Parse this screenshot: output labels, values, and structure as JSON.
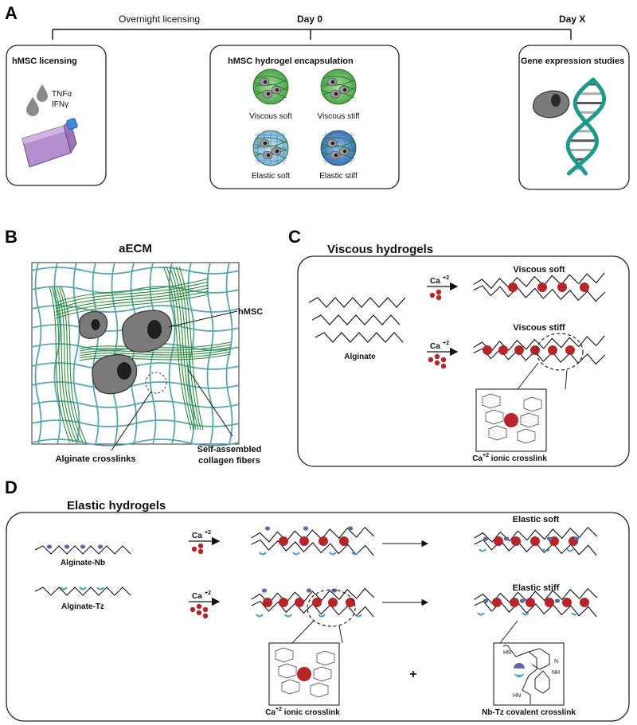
{
  "panels": {
    "A": {
      "letter": "A",
      "timeline": {
        "start_label": "Overnight  licensing",
        "day0_label": "Day 0",
        "dayx_label": "Day X"
      },
      "box1": {
        "title": "hMSC licensing",
        "cytokine1": "TNFα",
        "cytokine2": "IFNγ"
      },
      "box2": {
        "title": "hMSC  hydrogel encapsulation",
        "gels": [
          "Viscous soft",
          "Viscous stiff",
          "Elastic soft",
          "Elastic stiff"
        ]
      },
      "box3": {
        "title": "Gene expression studies"
      }
    },
    "B": {
      "letter": "B",
      "title": "aECM",
      "hmsc_label": "hMSC",
      "crosslink_label": "Alginate crosslinks",
      "collagen_label_1": "Self-assembled",
      "collagen_label_2": "collagen fibers"
    },
    "C": {
      "letter": "C",
      "title": "Viscous hydrogels",
      "alginate_label": "Alginate",
      "ion_label": "Ca",
      "ion_charge": "+2",
      "soft_label": "Viscous soft",
      "stiff_label": "Viscous stiff",
      "inset_label": "Ca",
      "inset_charge": "+2",
      "inset_suffix": " ionic crosslink"
    },
    "D": {
      "letter": "D",
      "title": "Elastic hydrogels",
      "nb_label": "Alginate-Nb",
      "tz_label": "Alginate-Tz",
      "ion_label": "Ca",
      "ion_charge": "+2",
      "soft_label": "Elastic soft",
      "stiff_label": "Elastic stiff",
      "plus": "+",
      "ionic_label": "Ca",
      "ionic_charge": "+2",
      "ionic_suffix": " ionic crosslink",
      "covalent_label": "Nb-Tz covalent crosslink",
      "chem_text": [
        "HN",
        "N",
        "NH",
        "HN"
      ]
    }
  },
  "colors": {
    "calcium": "#b5252a",
    "collagen": "#2e8b3a",
    "alginate_grid": "#5aa6b0",
    "cell": "#7a7a7a",
    "nucleus": "#2a2a2a",
    "nb": "#5a6aa8",
    "tz": "#4aa0c8",
    "flask": "#b08ac8",
    "cap": "#3a8ad8",
    "dna": "#1f9a8a"
  }
}
